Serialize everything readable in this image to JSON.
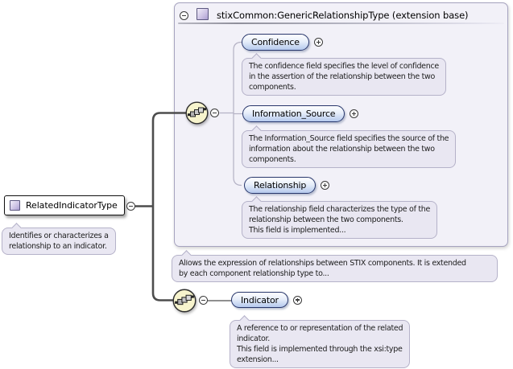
{
  "diagram": {
    "root": {
      "label": "RelatedIndicatorType",
      "annotation": "Identifies or characterizes a\nrelationship to an indicator."
    },
    "extension": {
      "title": "stixCommon:GenericRelationshipType (extension base)",
      "annotation": "Allows the expression of relationships between STIX components. It is extended\nby each component relationship type to...",
      "elements": [
        {
          "name": "Confidence",
          "annotation": "The confidence field specifies the level of confidence\nin the assertion of the relationship between the two\ncomponents."
        },
        {
          "name": "Information_Source",
          "annotation": "The Information_Source field specifies the source of the\ninformation about the relationship between the two\ncomponents."
        },
        {
          "name": "Relationship",
          "annotation": "The relationship field characterizes the type of the\nrelationship between the two components.\nThis field is implemented..."
        }
      ]
    },
    "indicator": {
      "name": "Indicator",
      "annotation": "A reference to or representation of the related\nindicator.\nThis field is implemented through the xsi:type\nextension..."
    },
    "colors": {
      "element_pill": "#b5c9ed",
      "pill_border": "#27366b",
      "balloon_bg": "#e9e7f2",
      "container_bg": "#f2f1f8",
      "sequence_icon_bg": "#f7f4cd",
      "connector": "#4d4d4d"
    }
  }
}
